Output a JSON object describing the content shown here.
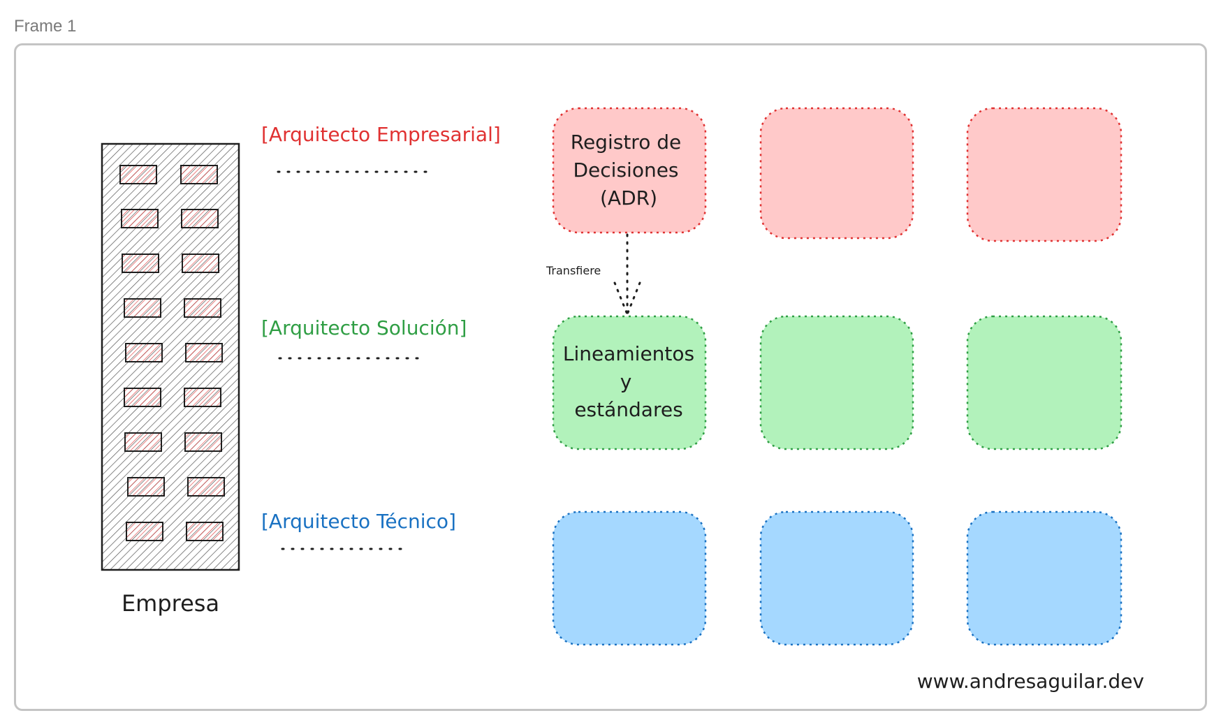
{
  "frame": {
    "title": "Frame 1"
  },
  "company": {
    "label": "Empresa"
  },
  "roles": [
    {
      "label": "[Arquitecto Empresarial]",
      "color": "#e03131"
    },
    {
      "label": "[Arquitecto Solución]",
      "color": "#2f9e44"
    },
    {
      "label": "[Arquitecto Técnico]",
      "color": "#1971c2"
    }
  ],
  "cards": {
    "adr": {
      "lines": [
        "Registro de",
        "Decisiones",
        "(ADR)"
      ]
    },
    "guidelines": {
      "lines": [
        "Lineamientos",
        "y",
        "estándares"
      ]
    }
  },
  "arrow": {
    "label": "Transfiere"
  },
  "fills": {
    "red": "#ffc9c9",
    "green": "#b2f2bb",
    "blue": "#a5d8ff"
  },
  "footer": {
    "url": "www.andresaguilar.dev"
  }
}
